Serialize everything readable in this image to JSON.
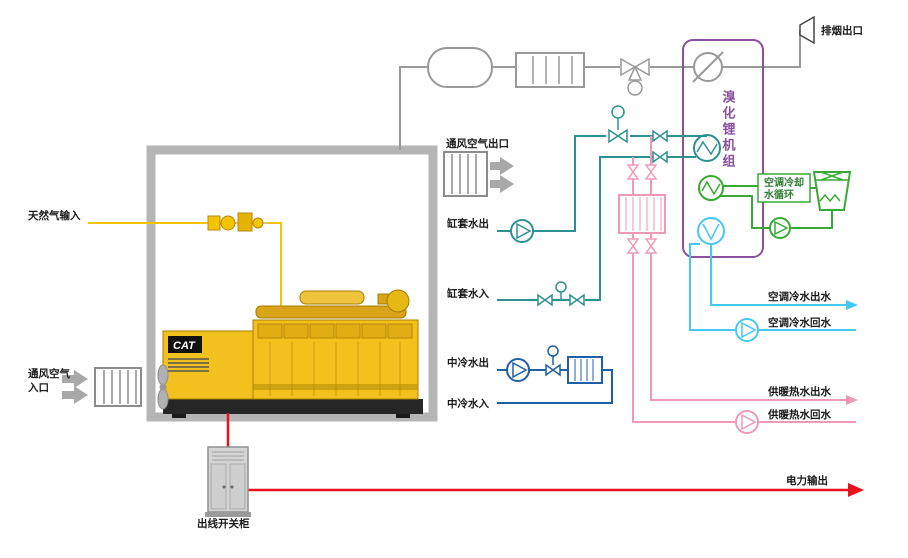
{
  "diagram": {
    "labels": {
      "natural_gas_input": "天然气输入",
      "vent_air_inlet_1": "通风空气",
      "vent_air_inlet_2": "入口",
      "vent_air_outlet": "通风空气出口",
      "jacket_water_out": "缸套水出",
      "jacket_water_in": "缸套水入",
      "intercooler_water_out": "中冷水出",
      "intercooler_water_in": "中冷水入",
      "exhaust_outlet": "排烟出口",
      "chiller_unit": "溴化锂机组",
      "ac_cooling_1": "空调冷却",
      "ac_cooling_2": "水循环",
      "ac_chilled_water_out": "空调冷水出水",
      "ac_chilled_water_return": "空调冷水回水",
      "heating_water_out": "供暖热水出水",
      "heating_water_return": "供暖热水回水",
      "power_output": "电力输出",
      "switchgear_cabinet": "出线开关柜",
      "cat_logo": "CAT"
    },
    "colors": {
      "exhaust_gray": "#999999",
      "wall_gray": "#b5b5b5",
      "gas_yellow": "#f5c400",
      "jacket_teal": "#2e9090",
      "intercooler_blue": "#1f5fa8",
      "chilled_cyan": "#45c8f5",
      "heating_pink": "#ef9ab5",
      "cooling_green": "#39a935",
      "chiller_purple": "#8a4f9e",
      "power_red": "#e8111c",
      "cat_yellow": "#f2c11e"
    }
  }
}
